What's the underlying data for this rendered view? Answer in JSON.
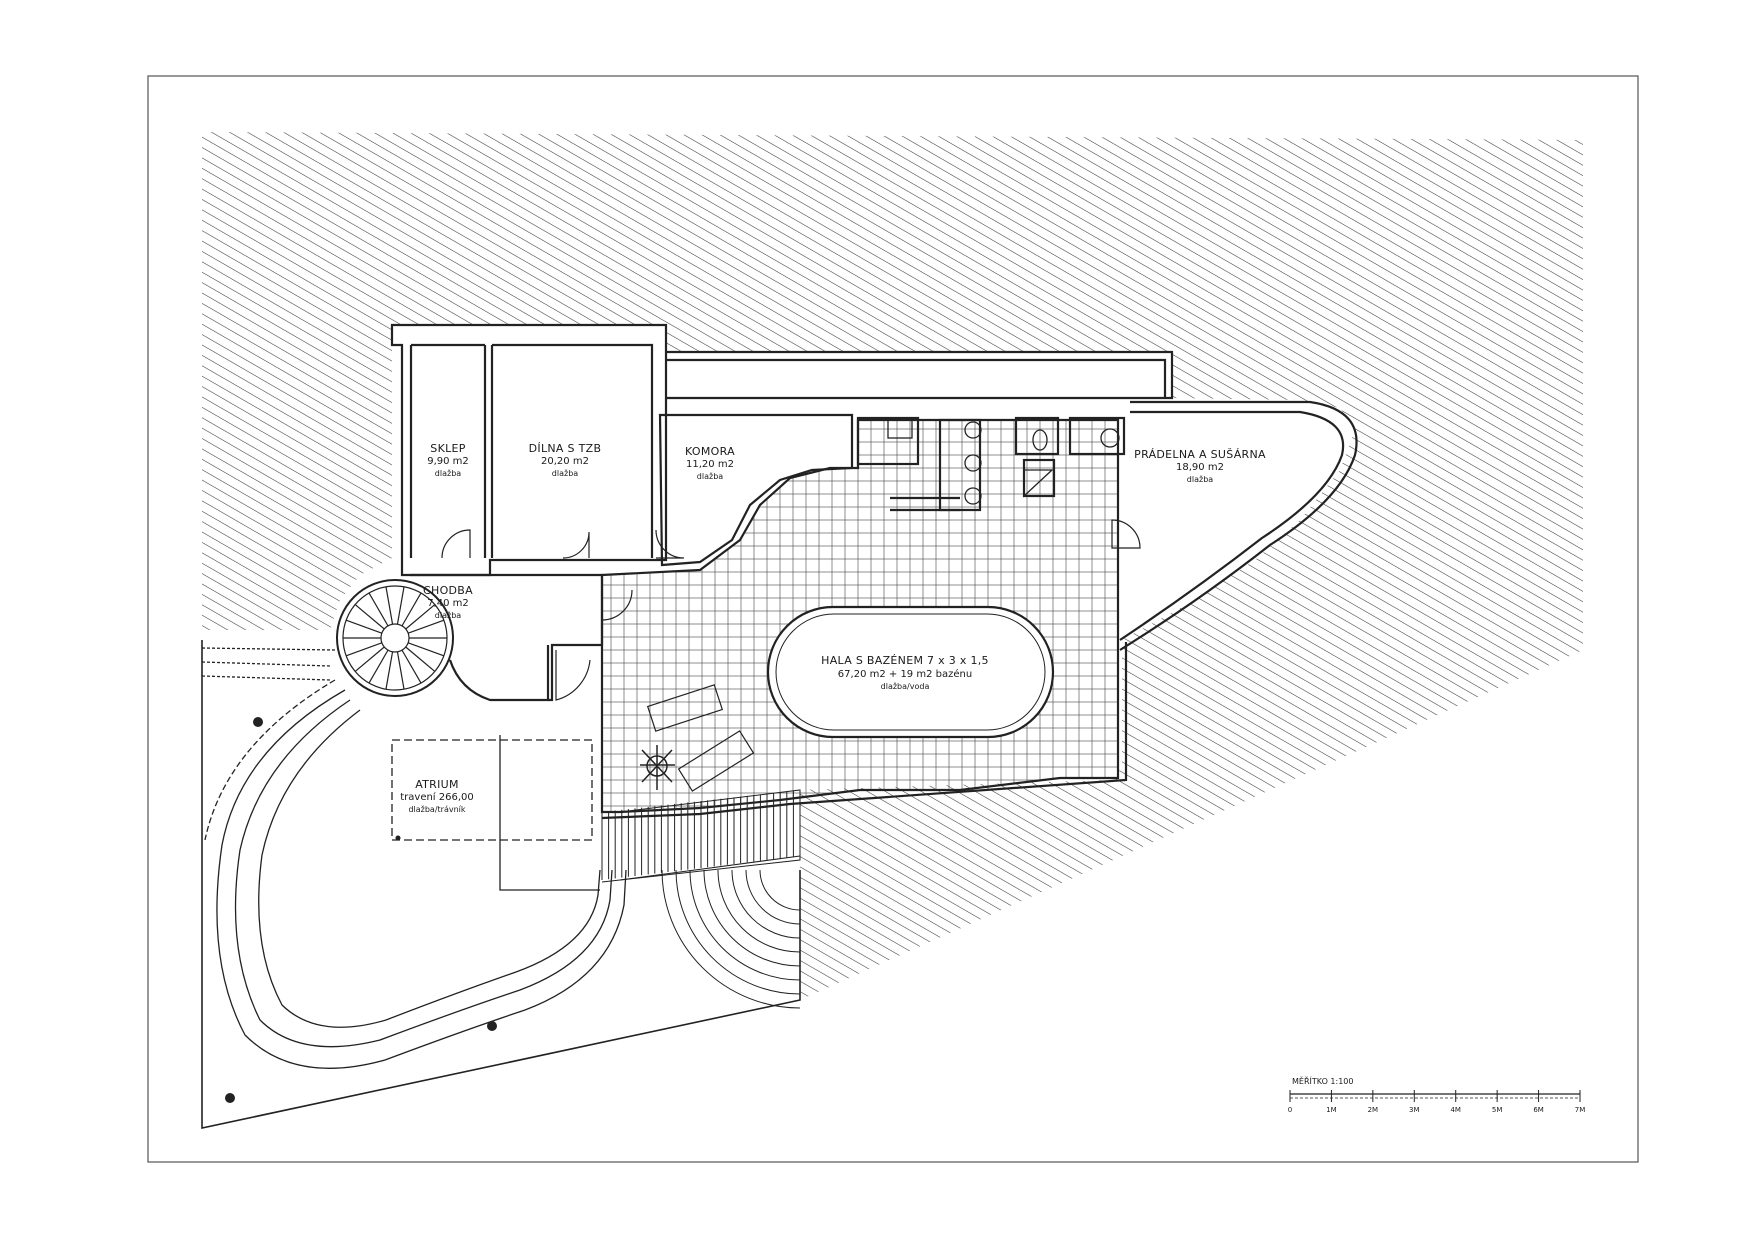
{
  "rooms": {
    "sklep": {
      "name": "SKLEP",
      "area": "9,90 m2",
      "floor": "dlažba"
    },
    "dilna": {
      "name": "DÍLNA S TZB",
      "area": "20,20 m2",
      "floor": "dlažba"
    },
    "komora": {
      "name": "KOMORA",
      "area": "11,20 m2",
      "floor": "dlažba"
    },
    "pradelna": {
      "name": "PRÁDELNA A SUŠÁRNA",
      "area": "18,90 m2",
      "floor": "dlažba"
    },
    "chodba": {
      "name": "CHODBA",
      "area": "7,40 m2",
      "floor": "dlažba"
    },
    "hala": {
      "name": "HALA S BAZÉNEM 7 x 3 x 1,5",
      "area": "67,20 m2 + 19 m2 bazénu",
      "floor": "dlažba/voda"
    },
    "atrium": {
      "name": "ATRIUM",
      "area": "travení 266,00",
      "floor": "dlažba/trávník"
    }
  },
  "scale_bar": {
    "title": "MĚŘÍTKO 1:100",
    "ticks": [
      "0",
      "1M",
      "2M",
      "3M",
      "4M",
      "5M",
      "6M",
      "7M"
    ]
  },
  "colors": {
    "line": "#1a1a1a",
    "hatch": "#3a3a3a",
    "paper": "#ffffff"
  }
}
